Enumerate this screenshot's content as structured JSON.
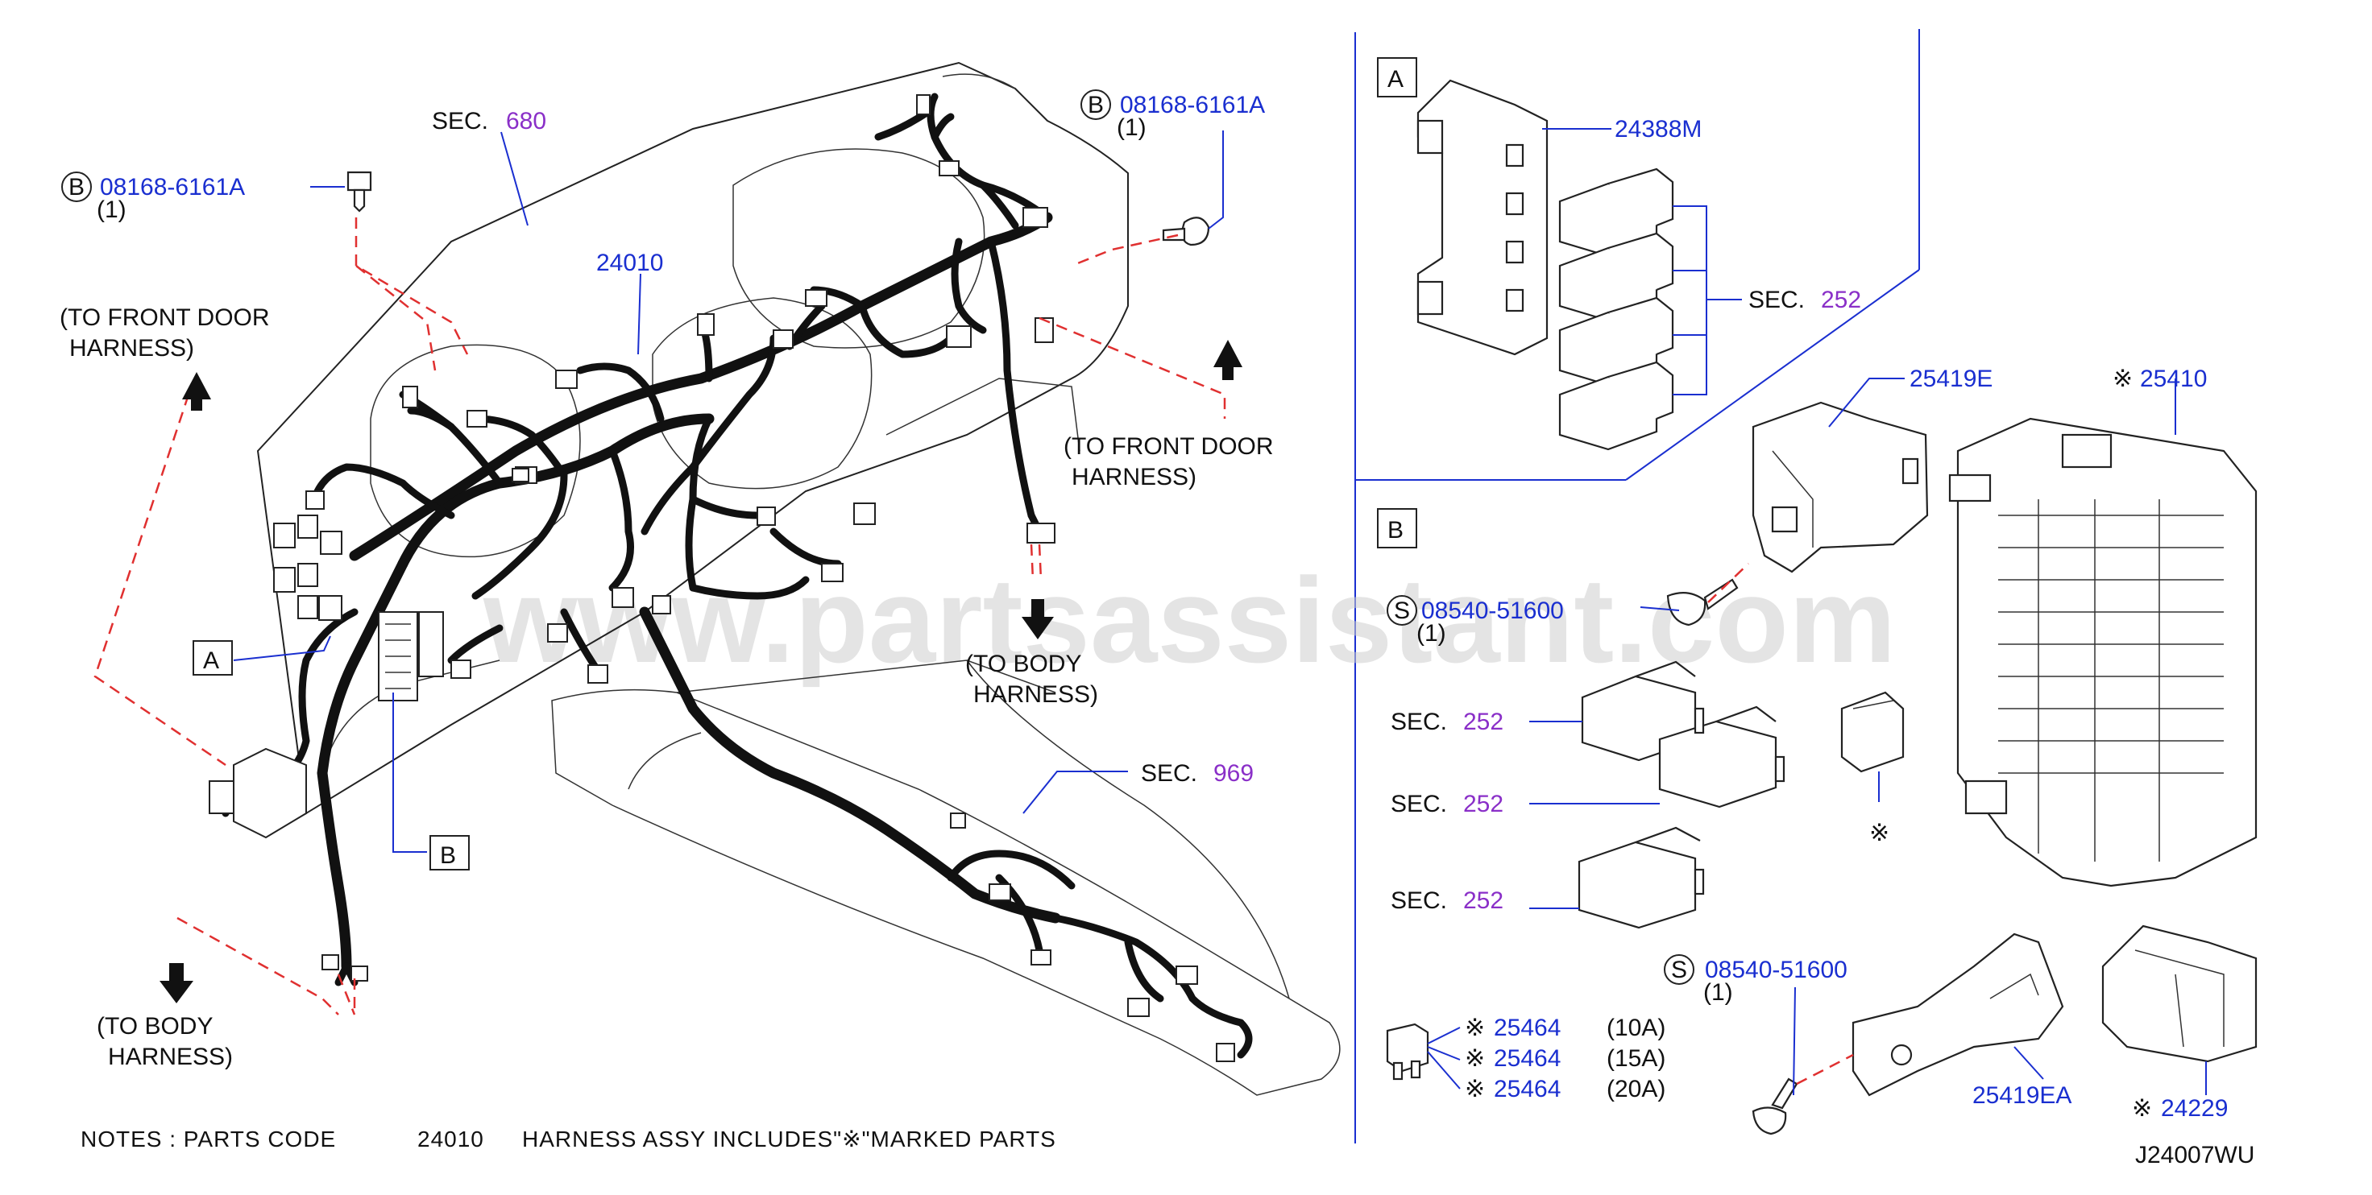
{
  "diagram_code": "J24007WU",
  "watermark": "www.partsassistant.com",
  "notes": {
    "prefix": "NOTES  :  PARTS  CODE",
    "code": "24010",
    "suffix": "HARNESS  ASSY  INCLUDES\"※\"MARKED  PARTS"
  },
  "callouts": {
    "sec680": {
      "prefix": "SEC.",
      "num": "680"
    },
    "sec969": {
      "prefix": "SEC.",
      "num": "969"
    },
    "harness": "24010",
    "bolt_left": {
      "badge": "B",
      "code": "08168-6161A",
      "qty": "(1)"
    },
    "bolt_right": {
      "badge": "B",
      "code": "08168-6161A",
      "qty": "(1)"
    },
    "to_front_door_left": [
      "(TO  FRONT  DOOR",
      "HARNESS)"
    ],
    "to_front_door_right": [
      "(TO  FRONT  DOOR",
      "HARNESS)"
    ],
    "to_body_left": [
      "(TO  BODY",
      "HARNESS)"
    ],
    "to_body_center": [
      "(TO  BODY",
      "HARNESS)"
    ],
    "box_a": "A",
    "box_b": "B"
  },
  "panel_a": {
    "label": "A",
    "part_bracket": "24388M",
    "sec": {
      "prefix": "SEC.",
      "num": "252"
    }
  },
  "panel_b": {
    "label": "B",
    "part_25419e": "25419E",
    "part_25410": {
      "mark": "※",
      "code": "25410"
    },
    "screw_top": {
      "badge": "S",
      "code": "08540-51600",
      "qty": "(1)"
    },
    "screw_bottom": {
      "badge": "S",
      "code": "08540-51600",
      "qty": "(1)"
    },
    "sec_rows": [
      {
        "prefix": "SEC.",
        "num": "252"
      },
      {
        "prefix": "SEC.",
        "num": "252"
      },
      {
        "prefix": "SEC.",
        "num": "252"
      }
    ],
    "puller_mark": "※",
    "fuses": [
      {
        "mark": "※",
        "code": "25464",
        "rating": "(10A)"
      },
      {
        "mark": "※",
        "code": "25464",
        "rating": "(15A)"
      },
      {
        "mark": "※",
        "code": "25464",
        "rating": "(20A)"
      }
    ],
    "part_25419ea": "25419EA",
    "part_24229": {
      "mark": "※",
      "code": "24229"
    }
  },
  "colors": {
    "part_number": "#1a2fd0",
    "section_number": "#8a2fc8",
    "dashed_guide": "#e03030",
    "wire": "#111111"
  }
}
